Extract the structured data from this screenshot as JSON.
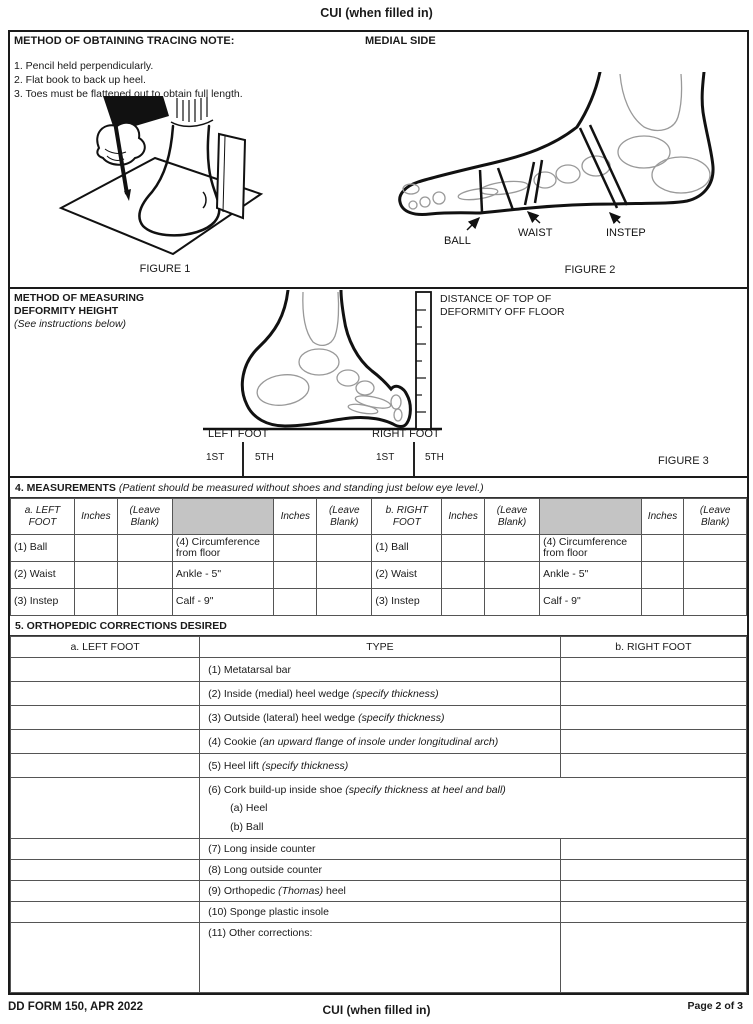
{
  "page": {
    "cui_top": "CUI (when filled in)",
    "cui_bottom": "CUI (when filled in)",
    "form_number": "DD FORM 150, APR 2022",
    "page_indicator": "Page 2 of 3"
  },
  "tracing": {
    "title": "METHOD OF OBTAINING TRACING NOTE:",
    "medial_side": "MEDIAL SIDE",
    "instructions": [
      "1. Pencil held perpendicularly.",
      "2. Flat book to back up heel.",
      "3. Toes must be flattened out to obtain full length."
    ],
    "figure1_caption": "FIGURE 1",
    "figure2_caption": "FIGURE 2",
    "ball_label": "BALL",
    "waist_label": "WAIST",
    "instep_label": "INSTEP"
  },
  "deformity": {
    "title_line1": "METHOD OF MEASURING",
    "title_line2": "DEFORMITY HEIGHT",
    "subtitle": "(See instructions below)",
    "ruler_label_line1": "DISTANCE OF TOP OF",
    "ruler_label_line2": "DEFORMITY OFF FLOOR",
    "left_foot": "LEFT FOOT",
    "right_foot": "RIGHT FOOT",
    "ticks": [
      "1ST",
      "5TH",
      "1ST",
      "5TH"
    ],
    "figure3_caption": "FIGURE 3"
  },
  "measurements": {
    "title": "4. MEASUREMENTS",
    "note": "(Patient should be measured without shoes and standing just below eye level.)",
    "left_header": "a. LEFT FOOT",
    "right_header": "b. RIGHT FOOT",
    "inches": "Inches",
    "leave_blank": "(Leave Blank)",
    "rows": [
      {
        "label": "(1) Ball",
        "circ": "(4) Circumference from floor"
      },
      {
        "label": "(2) Waist",
        "circ": "Ankle - 5\""
      },
      {
        "label": "(3) Instep",
        "circ": "Calf - 9\""
      }
    ],
    "shade_gray": "#c4c4c4"
  },
  "corrections": {
    "title": "5. ORTHOPEDIC CORRECTIONS DESIRED",
    "col_left": "a. LEFT FOOT",
    "col_type": "TYPE",
    "col_right": "b. RIGHT FOOT",
    "rows": [
      {
        "pre": "(1) Metatarsal bar"
      },
      {
        "pre": "(2) Inside (medial) heel wedge ",
        "italic": "(specify thickness)"
      },
      {
        "pre": "(3) Outside (lateral) heel wedge ",
        "italic": "(specify thickness)"
      },
      {
        "pre": "(4) Cookie ",
        "italic": "(an upward flange of insole under longitudinal arch)"
      },
      {
        "pre": "(5) Heel lift ",
        "italic": "(specify thickness)"
      },
      {
        "pre": "(6) Cork build-up inside shoe ",
        "italic": "(specify thickness at heel and ball)",
        "sub_a": "(a) Heel",
        "sub_b": "(b) Ball"
      },
      {
        "pre": "(7) Long inside counter"
      },
      {
        "pre": "(8) Long outside counter"
      },
      {
        "pre": "(9) Orthopedic ",
        "italic": "(Thomas)",
        "post": " heel"
      },
      {
        "pre": "(10) Sponge plastic insole"
      },
      {
        "pre": "(11) Other corrections:"
      }
    ]
  }
}
